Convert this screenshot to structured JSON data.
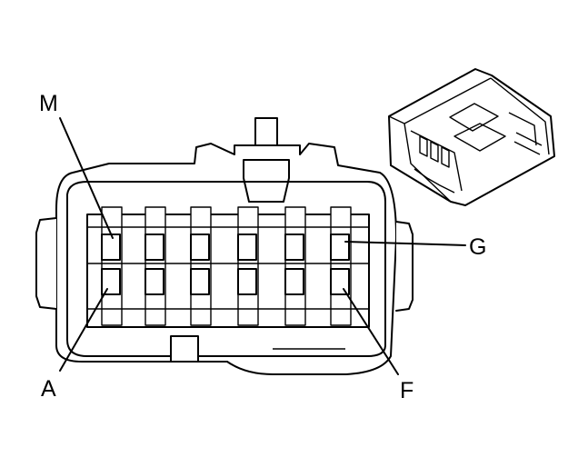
{
  "labels": {
    "m": "M",
    "a": "A",
    "g": "G",
    "f": "F"
  },
  "colors": {
    "line": "#000000",
    "background": "#ffffff"
  }
}
